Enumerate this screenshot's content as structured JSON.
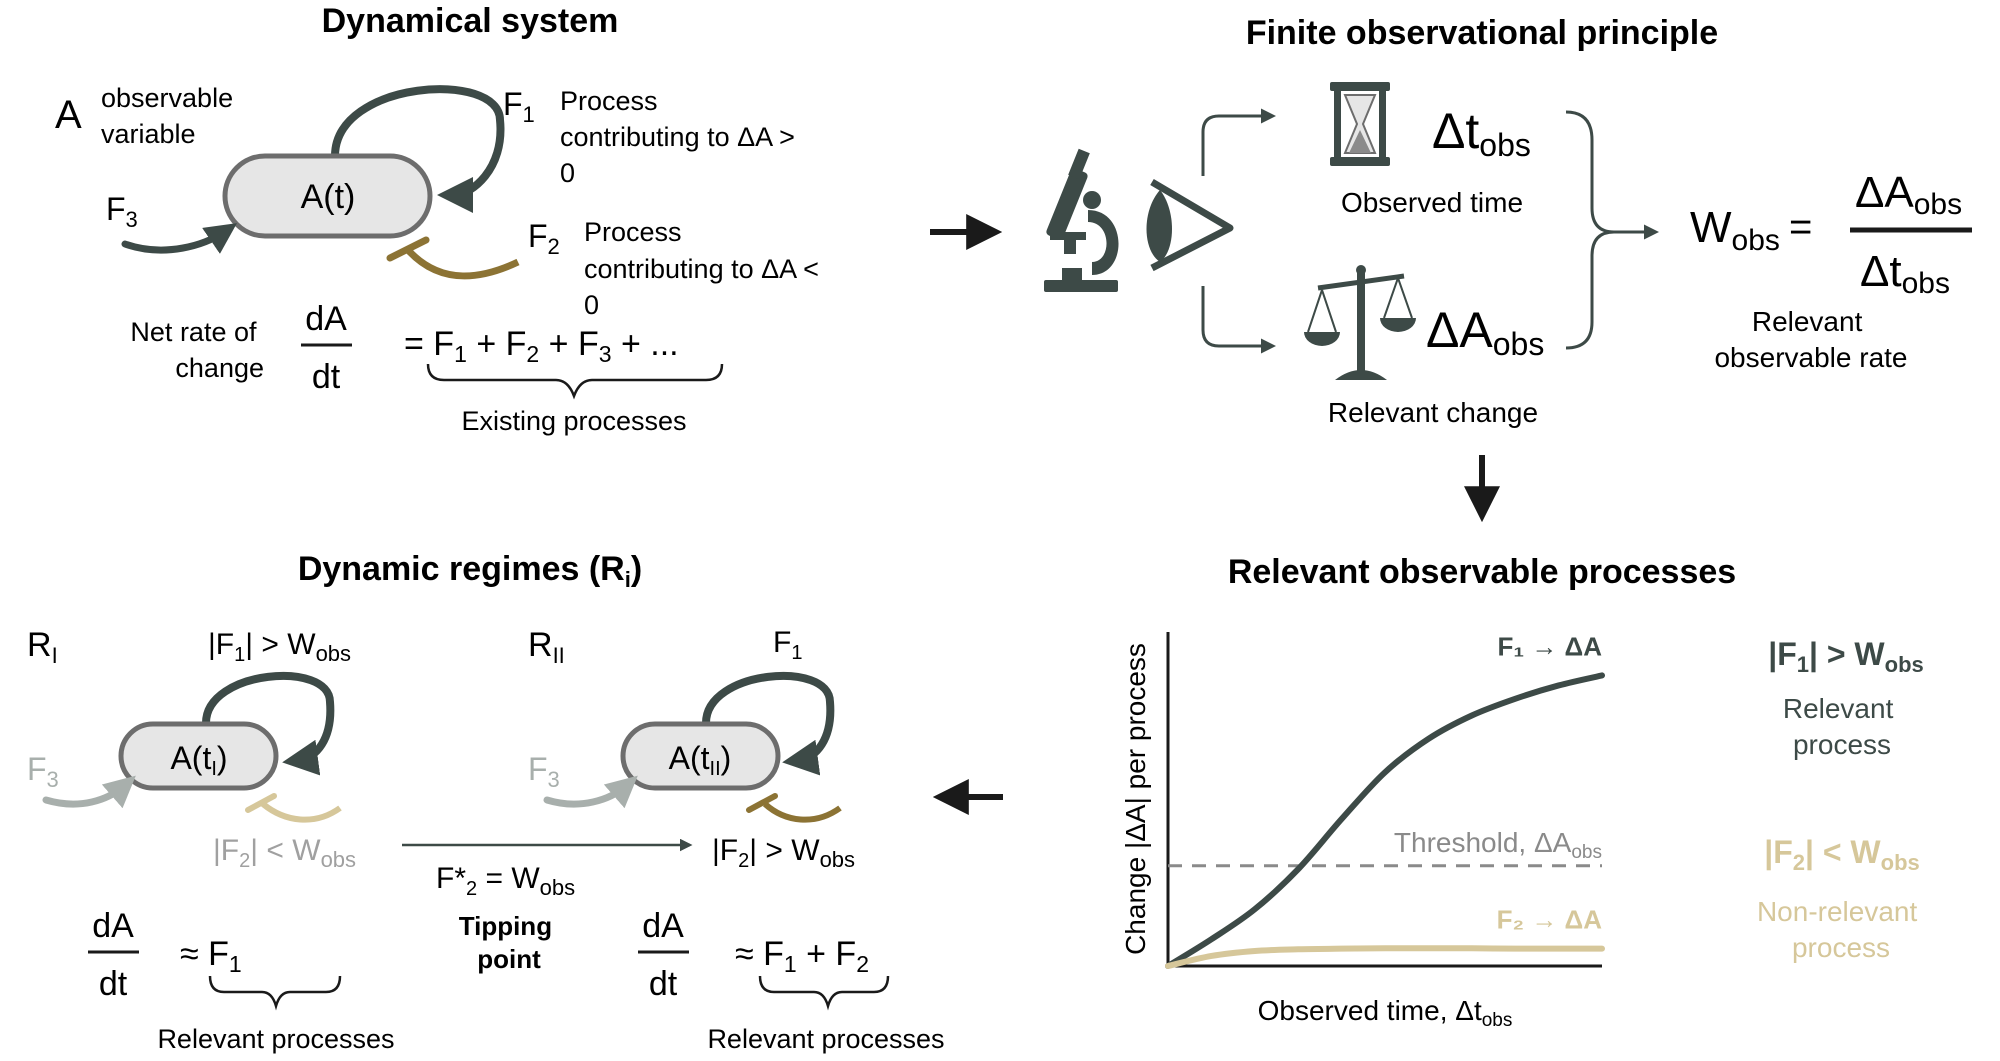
{
  "colors": {
    "dark": "#1a1a1a",
    "slate": "#3d4a47",
    "olive": "#8c7334",
    "tan": "#d6c79a",
    "gray": "#8a8a8a",
    "lightgray": "#a8afac",
    "oval_fill": "#e6e6e6",
    "oval_stroke": "#6d6d6d"
  },
  "dynamical_system": {
    "title": "Dynamical system",
    "var_letter": "A",
    "var_desc": [
      "observable",
      "variable"
    ],
    "node": "A(t)",
    "f1": "F",
    "f1_sub": "1",
    "f1_desc": [
      "Process",
      "contributing to ΔA  >",
      "0"
    ],
    "f2": "F",
    "f2_sub": "2",
    "f2_desc": [
      "Process",
      "contributing to ΔA  <",
      "0"
    ],
    "f3": "F",
    "f3_sub": "3",
    "net_rate": [
      "Net rate of",
      "change"
    ],
    "dA": "dA",
    "dt": "dt",
    "eq_parts": [
      "= F",
      "1",
      " + F",
      "2",
      " + F",
      "3",
      " + ..."
    ],
    "brace_label": "Existing processes"
  },
  "finite_observational_principle": {
    "title": "Finite observational principle",
    "delta_t": "Δt",
    "delta_t_sub": "obs",
    "observed_time": "Observed time",
    "delta_a": "ΔA",
    "delta_a_sub": "obs",
    "relevant_change": "Relevant change",
    "w": "W",
    "w_sub": "obs",
    "equals": "=",
    "frac_num": "ΔA",
    "frac_num_sub": "obs",
    "frac_den": "Δt",
    "frac_den_sub": "obs",
    "rate_label": [
      "Relevant",
      "observable rate"
    ]
  },
  "relevant_observable_processes": {
    "title": "Relevant observable processes",
    "f1_label": "|F",
    "f1_label_sub": "1",
    "f1_label_rest": "| > W",
    "f1_label_sub2": "obs",
    "f1_desc": [
      "Relevant",
      "process"
    ],
    "f2_label": "|F",
    "f2_label_sub": "2",
    "f2_label_rest": "| < W",
    "f2_label_sub2": "obs",
    "f2_desc": [
      "Non-relevant",
      "process"
    ]
  },
  "chart_data": {
    "type": "line",
    "xlabel": "Observed time, Δt",
    "xlabel_sub": "obs",
    "ylabel": "Change |ΔA| per process",
    "threshold_label": "Threshold, ΔA",
    "threshold_label_sub": "obs",
    "threshold": 0.3,
    "xlim": [
      0,
      1
    ],
    "ylim": [
      0,
      1
    ],
    "series": [
      {
        "name": "F₁ → ΔA",
        "color": "#3d4a47",
        "x": [
          0,
          0.1,
          0.2,
          0.3,
          0.4,
          0.5,
          0.6,
          0.7,
          0.8,
          0.9,
          1.0
        ],
        "values": [
          0,
          0.08,
          0.17,
          0.29,
          0.44,
          0.58,
          0.68,
          0.75,
          0.8,
          0.84,
          0.87
        ]
      },
      {
        "name": "F₂ → ΔA",
        "color": "#d6c79a",
        "x": [
          0,
          0.1,
          0.2,
          0.3,
          0.4,
          0.5,
          0.6,
          0.7,
          0.8,
          0.9,
          1.0
        ],
        "values": [
          0,
          0.03,
          0.045,
          0.05,
          0.052,
          0.053,
          0.053,
          0.053,
          0.052,
          0.052,
          0.052
        ]
      }
    ]
  },
  "dynamic_regimes": {
    "title": "Dynamic regimes (R",
    "title_sub": "i",
    "title_end": ")",
    "r1": "R",
    "r1_sub": "I",
    "r1_f1_label": [
      "|F",
      "1",
      "| > W",
      "obs"
    ],
    "r1_node": [
      "A(t",
      "I",
      ")"
    ],
    "r1_f3": [
      "F",
      "3"
    ],
    "r1_f2_label": [
      "|F",
      "2",
      "| < W",
      "obs"
    ],
    "r2": "R",
    "r2_sub": "II",
    "r2_f1": [
      "F",
      "1"
    ],
    "r2_node": [
      "A(t",
      "II",
      ")"
    ],
    "r2_f3": [
      "F",
      "3"
    ],
    "r2_f2_label": [
      "|F",
      "2",
      "| > W",
      "obs"
    ],
    "tipping_eq": [
      "F*",
      "2",
      " = W",
      "obs"
    ],
    "tipping_label": [
      "Tipping",
      "point"
    ],
    "eq1_num": "dA",
    "eq1_den": "dt",
    "eq1_rhs": [
      "≈  F",
      "1"
    ],
    "eq2_num": "dA",
    "eq2_den": "dt",
    "eq2_rhs": [
      "≈ F",
      "1",
      " + F",
      "2"
    ],
    "brace1_label": "Relevant processes",
    "brace2_label": "Relevant processes"
  }
}
